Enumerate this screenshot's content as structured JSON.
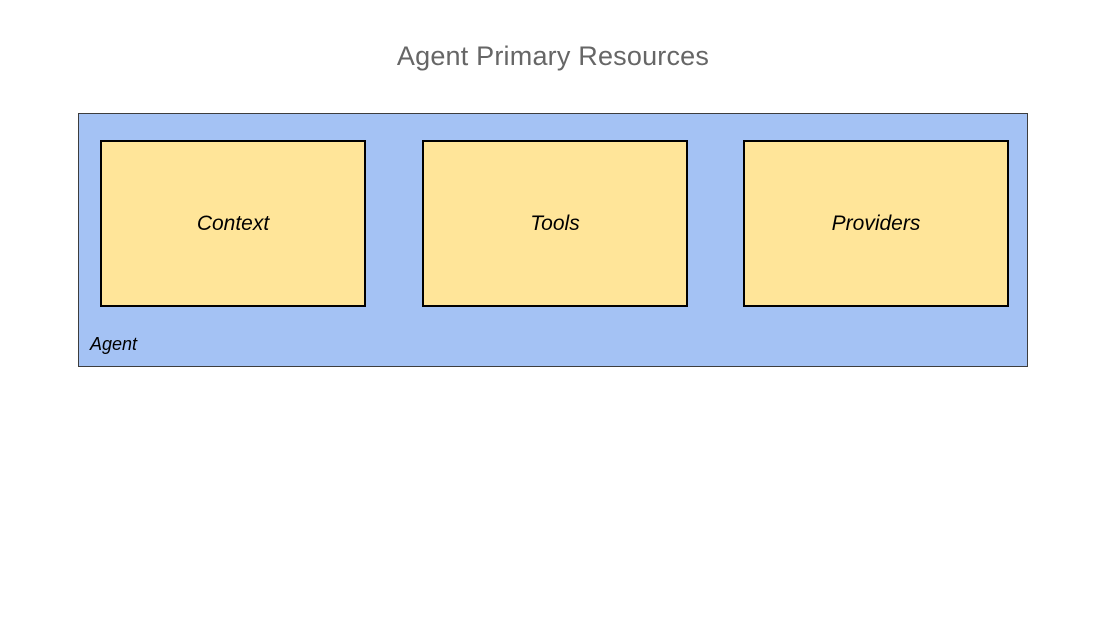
{
  "title": "Agent Primary Resources",
  "diagram": {
    "container": {
      "label": "Agent"
    },
    "boxes": [
      {
        "label": "Context"
      },
      {
        "label": "Tools"
      },
      {
        "label": "Providers"
      }
    ]
  },
  "colors": {
    "canvas-bg": "#ffffff",
    "title-color": "#666666",
    "container-fill": "#a4c2f4",
    "container-border": "#3d3d3d",
    "box-fill": "#ffe599",
    "box-border": "#000000",
    "label-color": "#000000"
  }
}
